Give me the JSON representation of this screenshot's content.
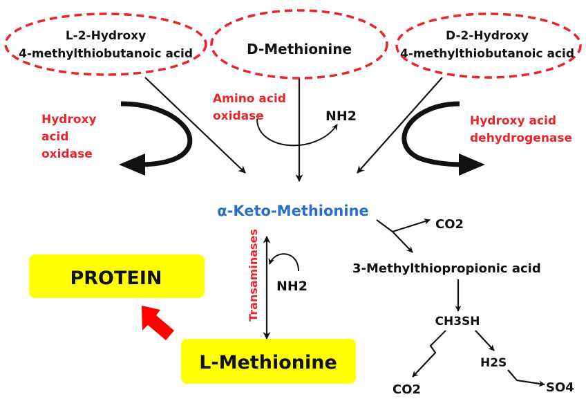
{
  "substrates": {
    "l2hmtba": {
      "line1": "L-2-Hydroxy",
      "line2": "4-methylthiobutanoic acid"
    },
    "dmet": {
      "label": "D-Methionine"
    },
    "d2hmtba": {
      "line1": "D-2-Hydroxy",
      "line2": "4-methylthiobutanoic acid"
    }
  },
  "enzymes": {
    "hydroxy_acid_oxidase": {
      "line1": "Hydroxy",
      "line2": "acid",
      "line3": "oxidase"
    },
    "amino_acid_oxidase": {
      "line1": "Amino acid",
      "line2": "oxidase"
    },
    "hydroxy_acid_dehydrogenase": {
      "line1": "Hydroxy acid",
      "line2": "dehydrogenase"
    },
    "transaminases": "Transaminases"
  },
  "intermediates": {
    "keto_methionine": "α-Keto-Methionine",
    "mtpa": "3-Methylthiopropionic acid",
    "ch3sh": "CH3SH",
    "h2s": "H2S"
  },
  "products": {
    "nh2_top": "NH2",
    "nh2_mid": "NH2",
    "co2_top": "CO2",
    "co2_bottom": "CO2",
    "so4": "SO4",
    "protein": "PROTEIN",
    "l_methionine": "L-Methionine"
  },
  "colors": {
    "enzyme_text": "#e8252b",
    "intermediate_text": "#2a6fc6",
    "box_fill": "#ffff00",
    "ellipse_stroke": "#e8252b",
    "protein_arrow": "#ff0000"
  }
}
